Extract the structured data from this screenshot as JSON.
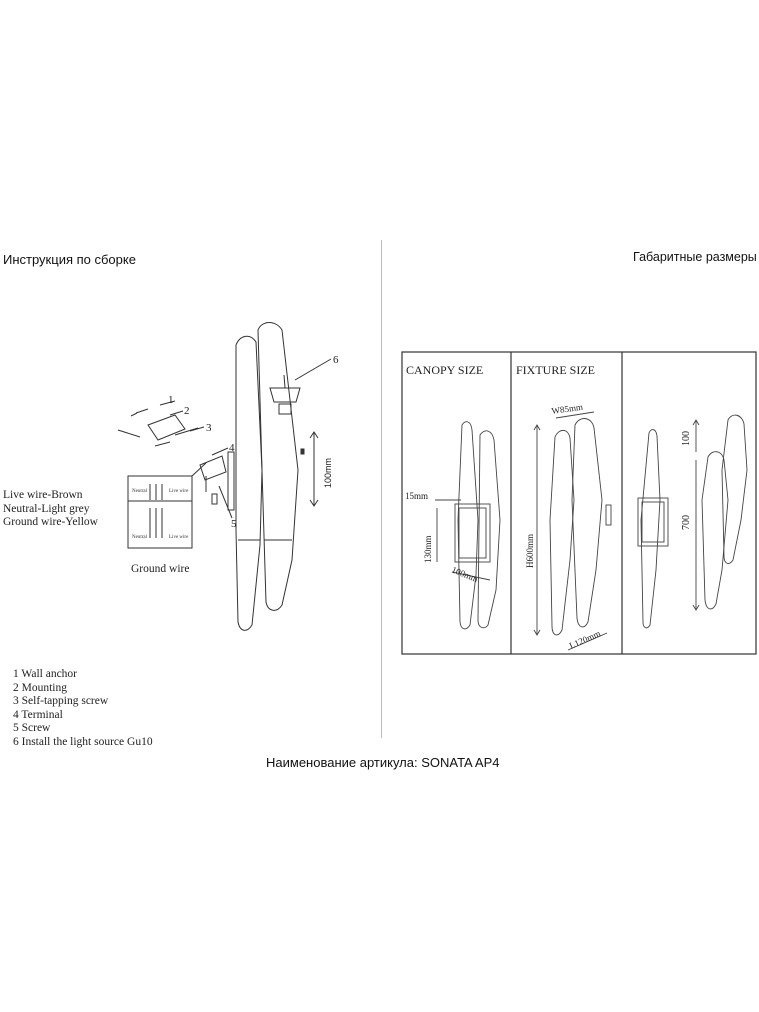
{
  "headings": {
    "assembly": "Инструкция по сборке",
    "dimensions": "Габаритные размеры",
    "article": "Наименование артикула: SONATA AP4"
  },
  "wiring": {
    "live": "Live wire-Brown",
    "neutral": "Neutral-Light grey",
    "ground": "Ground wire-Yellow",
    "ground_caption": "Ground wire",
    "neutral_label": "Neutral",
    "live_label": "Live wire"
  },
  "callouts": [
    "1",
    "2",
    "3",
    "4",
    "5",
    "6"
  ],
  "measure_100": "100mm",
  "legend": [
    "1 Wall anchor",
    "2 Mounting",
    "3 Self-tapping screw",
    "4 Terminal",
    "5 Screw",
    "6 Install the light source Gu10"
  ],
  "panels": {
    "canopy_title": "CANOPY SIZE",
    "fixture_title": "FIXTURE SIZE",
    "canopy_dims": {
      "d15": "15mm",
      "d130": "130mm",
      "d100": "100mm"
    },
    "fixture_dims": {
      "w85": "W85mm",
      "h600": "H600mm",
      "l120": "L120mm"
    },
    "side_dims": {
      "d100": "100",
      "d700": "700"
    }
  }
}
